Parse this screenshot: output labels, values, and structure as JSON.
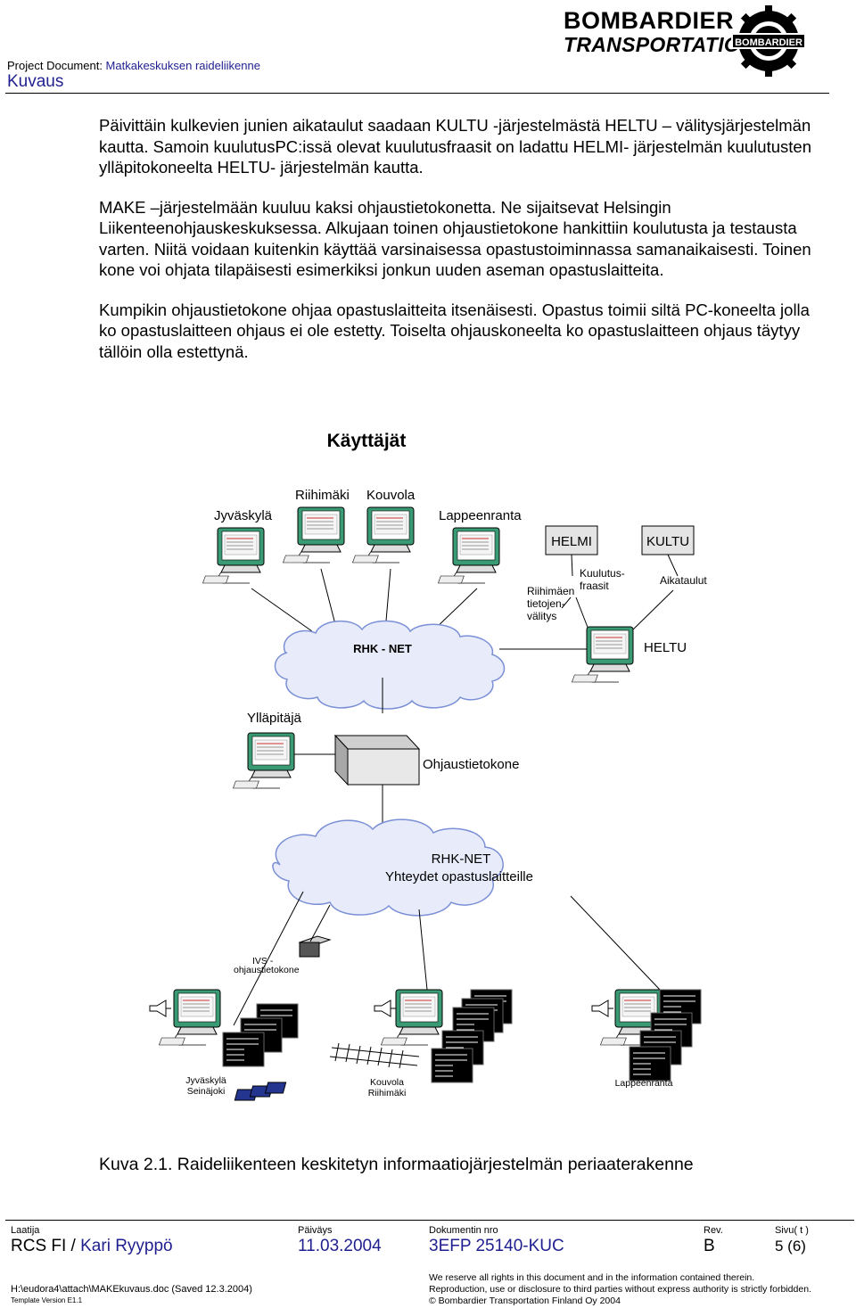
{
  "header": {
    "project_label": "Project Document: ",
    "project_name": "Matkakeskuksen raideliikenne",
    "section": "Kuvaus",
    "brand_line1": "BOMBARDIER",
    "brand_line2": "TRANSPORTATION",
    "logo_text": "BOMBARDIER"
  },
  "body": {
    "p1": "Päivittäin kulkevien junien aikataulut saadaan KULTU -järjestelmästä HELTU – välitysjärjestelmän kautta. Samoin kuulutusPC:issä olevat kuulutusfraasit on ladattu HELMI- järjestelmän kuulutusten ylläpitokoneelta HELTU- järjestelmän kautta.",
    "p2": "MAKE –järjestelmään kuuluu kaksi ohjaustietokonetta. Ne sijaitsevat Helsingin Liikenteenohjauskeskuksessa. Alkujaan toinen ohjaustietokone hankittiin koulutusta ja testausta varten. Niitä voidaan kuitenkin käyttää varsinaisessa opastustoiminnassa samanaikaisesti. Toinen kone voi ohjata tilapäisesti esimerkiksi jonkun uuden aseman opastuslaitteita.",
    "p3": "Kumpikin ohjaustietokone ohjaa opastuslaitteita itsenäisesti. Opastus toimii siltä PC-koneelta jolla ko opastuslaitteen ohjaus ei ole estetty. Toiselta ohjauskoneelta ko opastuslaitteen ohjaus täytyy tällöin olla estettynä."
  },
  "diagram": {
    "title": "Käyttäjät",
    "users": [
      "Jyväskylä",
      "Riihimäki",
      "Kouvola",
      "Lappeenranta"
    ],
    "helmi": "HELMI",
    "kultu": "KULTU",
    "riihimaki_tieto": [
      "Riihimäen",
      "tietojen-",
      "välitys"
    ],
    "kuulutus": [
      "Kuulutus-",
      "fraasit"
    ],
    "aikataulut": "Aikataulut",
    "rhk_net": "RHK - NET",
    "heltu": "HELTU",
    "yllapitaja": "Ylläpitäjä",
    "ohjaustietokone": "Ohjaustietokone",
    "rhk_net2": "RHK-NET",
    "yhteydet": "Yhteydet opastuslaitteille",
    "ivs": [
      "IVS -",
      "ohjaustietokone"
    ],
    "stations": {
      "left": [
        "Jyväskylä",
        "Seinäjoki"
      ],
      "mid": [
        "Kouvola",
        "Riihimäki"
      ],
      "right": "Lappeenranta"
    },
    "display_lines": [
      "08:00 Kvola - Lahti",
      "09:00 Kvola - Mikli",
      "10:00",
      "11:00",
      "12:00"
    ]
  },
  "caption": "Kuva 2.1.  Raideliikenteen keskitetyn informaatiojärjestelmän periaaterakenne",
  "footer": {
    "laatija_label": "Laatija",
    "laatija_org": "RCS FI / ",
    "laatija_name": "Kari Ryyppö",
    "paivays_label": "Päiväys",
    "paivays": "11.03.2004",
    "dok_label": "Dokumentin nro",
    "dok": "3EFP 25140-KUC",
    "rev_label": "Rev.",
    "rev": "B",
    "sivu_label": "Sivu( t )",
    "sivu": "5 (6)",
    "path": "H:\\eudora4\\attach\\MAKEkuvaus.doc (Saved 12.3.2004)",
    "template": "Template Version E1.1",
    "rights1": "We reserve all rights in this document and in the information contained therein.",
    "rights2": "Reproduction, use or disclosure to third parties without express authority is strictly forbidden.",
    "rights3": "© Bombardier Transportation Finland Oy 2004"
  },
  "colors": {
    "accent_blue": "#1f1f8f",
    "box_gray": "#e4e4e4",
    "cloud": "#e8ecfa",
    "monitor_green": "#2f8f6a"
  }
}
